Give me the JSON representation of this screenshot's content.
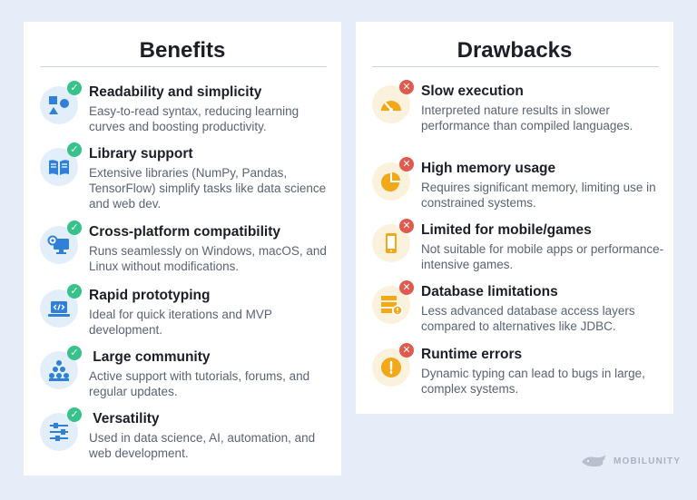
{
  "benefits": {
    "title": "Benefits",
    "items": [
      {
        "title": "Readability and simplicity",
        "desc": "Easy-to-read syntax, reducing learning curves and boosting productivity.",
        "icon": "shapes-icon"
      },
      {
        "title": "Library support",
        "desc": "Extensive libraries (NumPy, Pandas, TensorFlow) simplify tasks like data science and web dev.",
        "icon": "book-icon"
      },
      {
        "title": "Cross-platform compatibility",
        "desc": "Runs seamlessly on Windows, macOS, and Linux without modifications.",
        "icon": "monitor-gear-icon"
      },
      {
        "title": "Rapid prototyping",
        "desc": "Ideal for quick iterations and MVP development.",
        "icon": "laptop-code-icon"
      },
      {
        "title": " Large community",
        "desc": "Active support with tutorials, forums, and regular updates.",
        "icon": "people-pyramid-icon"
      },
      {
        "title": " Versatility",
        "desc": "Used in data science, AI, automation, and web development.",
        "icon": "sliders-icon"
      }
    ]
  },
  "drawbacks": {
    "title": "Drawbacks",
    "items": [
      {
        "title": "Slow execution",
        "desc": "Interpreted nature results in slower performance than compiled languages.",
        "icon": "gauge-icon"
      },
      {
        "title": "High memory usage",
        "desc": "Requires significant memory, limiting use in constrained systems.",
        "icon": "pie-chart-icon"
      },
      {
        "title": "Limited for mobile/games",
        "desc": "Not suitable for mobile apps or performance-intensive games.",
        "icon": "mobile-icon"
      },
      {
        "title": "Database limitations",
        "desc": "Less advanced database access layers compared to alternatives like JDBC.",
        "icon": "server-warning-icon"
      },
      {
        "title": "Runtime errors",
        "desc": "Dynamic typing can lead to bugs in large, complex systems.",
        "icon": "warning-icon"
      }
    ]
  },
  "badges": {
    "ok": "✓",
    "no": "✕"
  },
  "brand": "MOBILUNITY",
  "colors": {
    "background": "#e7edf8",
    "accent_blue": "#2f80d6",
    "accent_orange": "#f2a818",
    "ok": "#36c28a",
    "no": "#e05a4e"
  }
}
